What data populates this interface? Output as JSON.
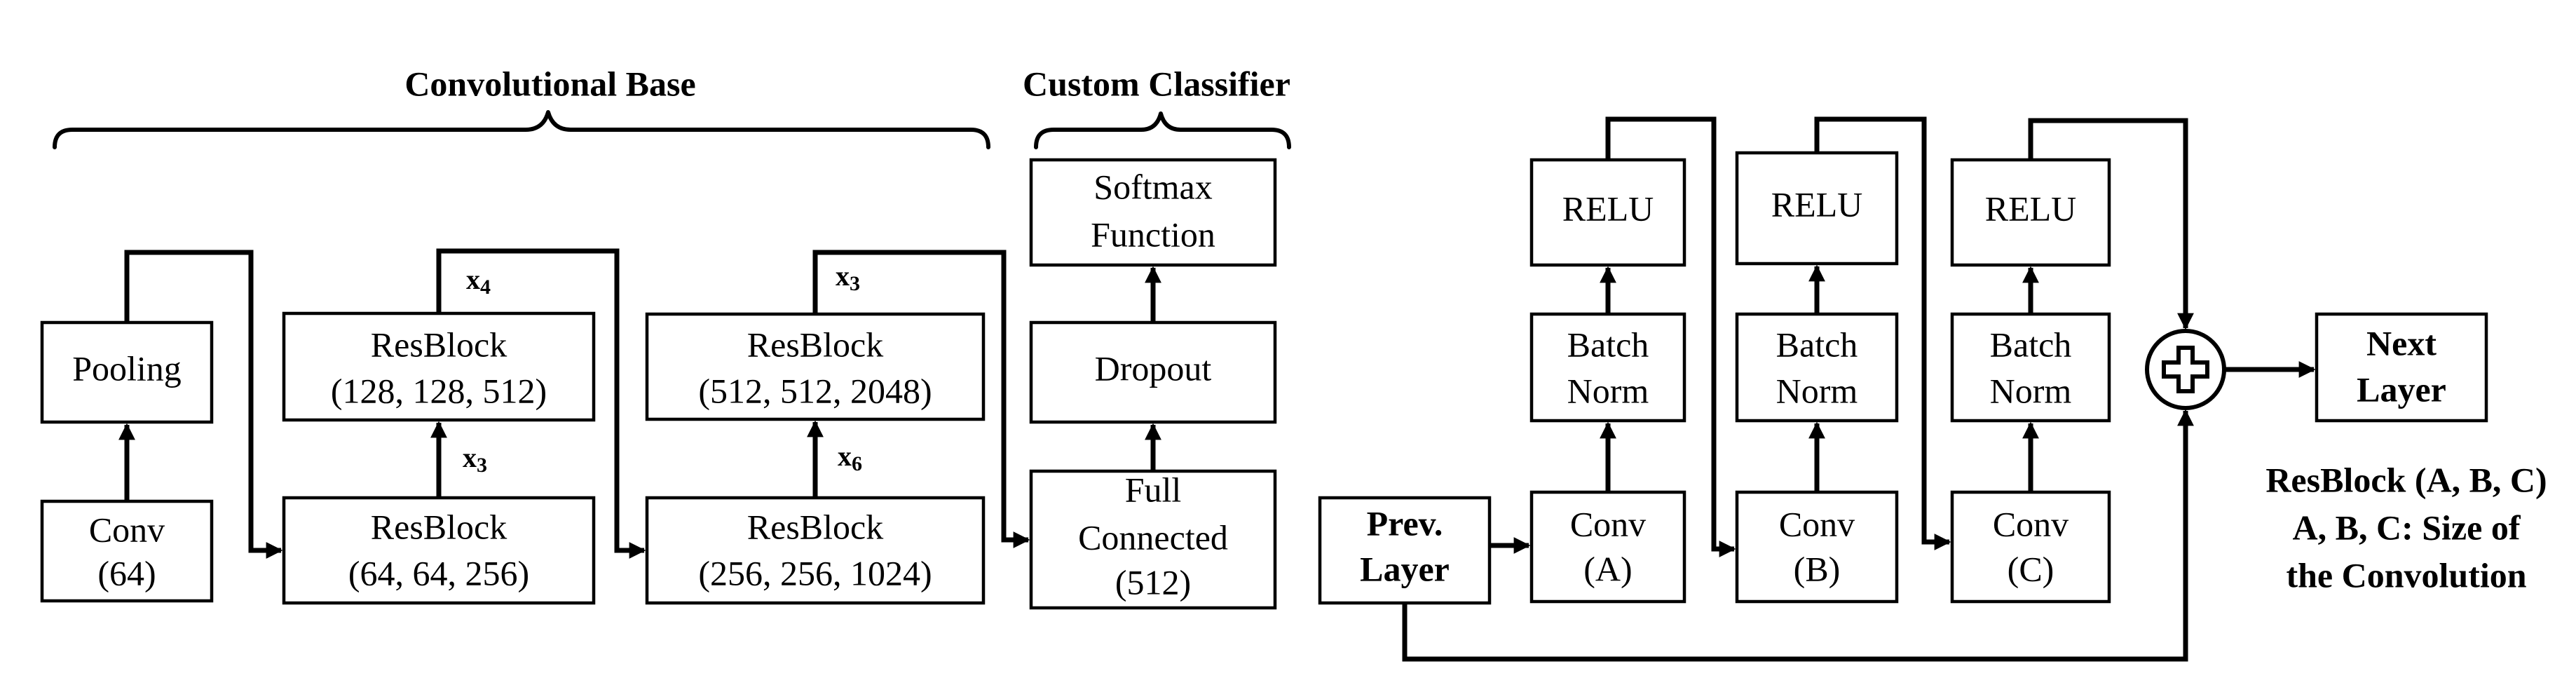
{
  "sections": {
    "convolutional_base": "Convolutional Base",
    "custom_classifier": "Custom Classifier"
  },
  "blocks": {
    "pooling": "Pooling",
    "conv64": {
      "line1": "Conv",
      "line2": "(64)"
    },
    "resblock1": {
      "line1": "ResBlock",
      "line2": "(64, 64, 256)"
    },
    "resblock2": {
      "line1": "ResBlock",
      "line2": "(128, 128, 512)"
    },
    "resblock3": {
      "line1": "ResBlock",
      "line2": "(256, 256, 1024)"
    },
    "resblock4": {
      "line1": "ResBlock",
      "line2": "(512, 512, 2048)"
    },
    "full_connected": {
      "line1": "Full",
      "line2": "Connected",
      "line3": "(512)"
    },
    "dropout": "Dropout",
    "softmax": {
      "line1": "Softmax",
      "line2": "Function"
    }
  },
  "multipliers": {
    "resblock1": {
      "base": "x",
      "sub": "3"
    },
    "resblock2": {
      "base": "x",
      "sub": "4"
    },
    "resblock3": {
      "base": "x",
      "sub": "6"
    },
    "resblock4": {
      "base": "x",
      "sub": "3"
    }
  },
  "resblock_detail": {
    "prev_layer": {
      "line1": "Prev.",
      "line2": "Layer"
    },
    "next_layer": {
      "line1": "Next",
      "line2": "Layer"
    },
    "relu": "RELU",
    "batch_norm": {
      "line1": "Batch",
      "line2": "Norm"
    },
    "conv_a": {
      "line1": "Conv",
      "line2": "(A)"
    },
    "conv_b": {
      "line1": "Conv",
      "line2": "(B)"
    },
    "conv_c": {
      "line1": "Conv",
      "line2": "(C)"
    },
    "adder": "plus-icon"
  },
  "legend": {
    "line1": "ResBlock (A, B, C)",
    "line2": "A, B, C: Size of",
    "line3": "the Convolution"
  }
}
